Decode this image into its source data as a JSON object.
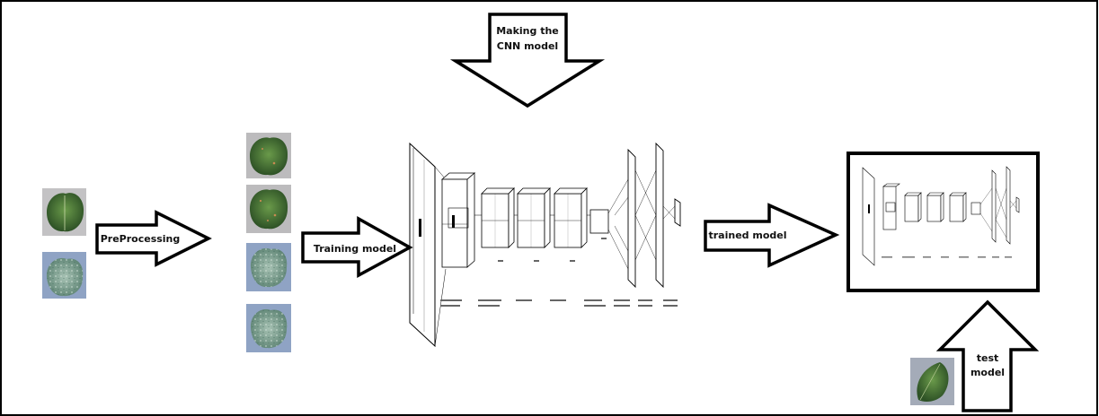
{
  "labels": {
    "make_cnn_line1": "Making the",
    "make_cnn_line2": "CNN model",
    "preprocessing": "PreProcessing",
    "training": "Training model",
    "trained": "trained model",
    "test_line1": "test",
    "test_line2": "model"
  },
  "colors": {
    "stroke": "#000000",
    "leaf_green": "#4f7a3a",
    "leaf_dark": "#2e5226",
    "leaf_bluegreen": "#7e9f8e",
    "photo_bg_gray": "#b7b7b9",
    "photo_bg_blue": "#8fa3c4"
  },
  "icons": [
    "arrow-down-icon",
    "arrow-right-icon",
    "arrow-up-icon",
    "leaf-photo"
  ]
}
